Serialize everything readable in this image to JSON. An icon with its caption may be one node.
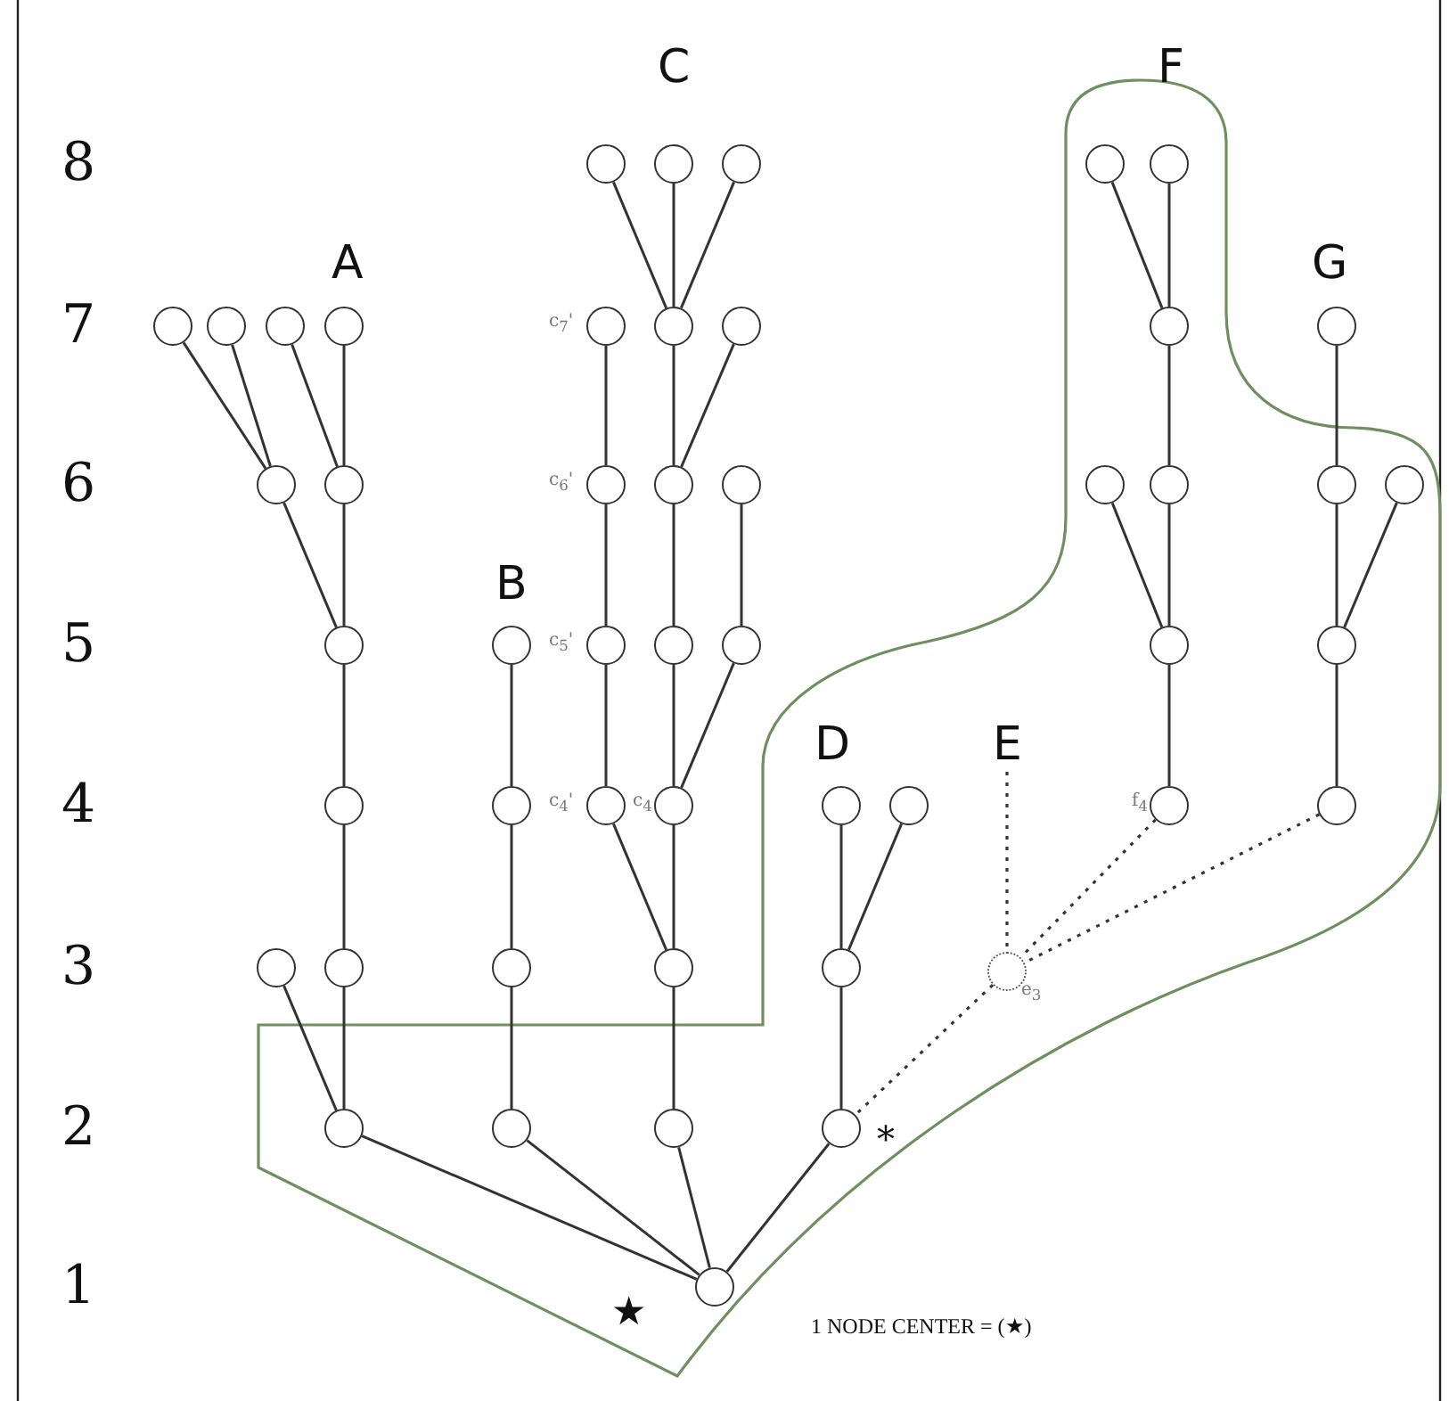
{
  "diagram": {
    "nodes": [
      {
        "text": [],
        "shape": "circle"
      },
      {
        "text": [],
        "shape": "circle"
      },
      {
        "text": [],
        "shape": "circle"
      },
      {
        "text": [],
        "shape": "circle"
      },
      {
        "text": [],
        "shape": "circle"
      },
      {
        "text": [],
        "shape": "circle"
      },
      {
        "text": [],
        "shape": "circle"
      },
      {
        "text": [],
        "shape": "circle"
      },
      {
        "text": [],
        "shape": "circle"
      },
      {
        "text": [],
        "shape": "circle",
        "beside": [
          "c$_{7}$'"
        ]
      },
      {
        "text": [],
        "shape": "circle"
      },
      {
        "text": [],
        "shape": "circle"
      },
      {
        "text": [],
        "shape": "circle"
      },
      {
        "text": [],
        "shape": "circle"
      },
      {
        "text": [],
        "shape": "circle"
      },
      {
        "text": [],
        "shape": "circle"
      },
      {
        "text": [],
        "shape": "circle",
        "beside": [
          "c$_{6}$'"
        ]
      },
      {
        "text": [],
        "shape": "circle"
      },
      {
        "text": [],
        "shape": "circle"
      },
      {
        "text": [],
        "shape": "circle"
      },
      {
        "text": [],
        "shape": "circle"
      },
      {
        "text": [],
        "shape": "circle"
      },
      {
        "text": [],
        "shape": "circle"
      },
      {
        "text": [],
        "shape": "circle"
      },
      {
        "text": [],
        "shape": "circle"
      },
      {
        "text": [],
        "shape": "circle",
        "beside": [
          "c$_{5}$'"
        ]
      },
      {
        "text": [],
        "shape": "circle"
      },
      {
        "text": [],
        "shape": "circle"
      },
      {
        "text": [],
        "shape": "circle"
      },
      {
        "text": [],
        "shape": "circle"
      },
      {
        "text": [
          "E"
        ]
      },
      {
        "text": [],
        "shape": "circle"
      },
      {
        "text": [],
        "shape": "circle"
      },
      {
        "text": [],
        "shape": "circle",
        "beside": [
          "c$_{4}$'"
        ]
      },
      {
        "text": [],
        "shape": "circle",
        "beside": [
          "c$_{4}$"
        ]
      },
      {
        "text": [],
        "shape": "circle"
      },
      {
        "text": [],
        "shape": "circle"
      },
      {
        "text": [],
        "shape": "circle",
        "beside": [
          "f$_{4}$"
        ]
      },
      {
        "text": [],
        "shape": "circle"
      },
      {
        "text": [],
        "shape": "circle"
      },
      {
        "text": [],
        "shape": "circle"
      },
      {
        "text": [],
        "shape": "circle"
      },
      {
        "text": [],
        "shape": "circle"
      },
      {
        "text": [],
        "shape": "circle"
      },
      {
        "text": [],
        "shape": "circle",
        "beside": [
          "e$_{3}$"
        ]
      },
      {
        "text": [],
        "shape": "circle"
      },
      {
        "text": [],
        "shape": "circle"
      },
      {
        "text": [],
        "shape": "circle"
      },
      {
        "text": [],
        "shape": "circle",
        "beside": [
          "*"
        ]
      },
      {
        "text": [],
        "shape": "circle",
        "beside": [
          "★"
        ]
      }
    ],
    "edges": [
      {
        "from": 0,
        "to": 10,
        "arrow": "none"
      },
      {
        "from": 1,
        "to": 10,
        "arrow": "none"
      },
      {
        "from": 2,
        "to": 10,
        "arrow": "none"
      },
      {
        "from": 3,
        "to": 12,
        "arrow": "none"
      },
      {
        "from": 4,
        "to": 12,
        "arrow": "none"
      },
      {
        "from": 5,
        "to": 14,
        "arrow": "none"
      },
      {
        "from": 6,
        "to": 14,
        "arrow": "none"
      },
      {
        "from": 7,
        "to": 15,
        "arrow": "none"
      },
      {
        "from": 8,
        "to": 15,
        "arrow": "none"
      },
      {
        "from": 9,
        "to": 16,
        "arrow": "none"
      },
      {
        "from": 10,
        "to": 17,
        "arrow": "none"
      },
      {
        "from": 11,
        "to": 17,
        "arrow": "none"
      },
      {
        "from": 12,
        "to": 20,
        "arrow": "none"
      },
      {
        "from": 13,
        "to": 21,
        "arrow": "none"
      },
      {
        "from": 14,
        "to": 23,
        "arrow": "none"
      },
      {
        "from": 15,
        "to": 23,
        "arrow": "none"
      },
      {
        "from": 16,
        "to": 25,
        "arrow": "none"
      },
      {
        "from": 17,
        "to": 26,
        "arrow": "none"
      },
      {
        "from": 18,
        "to": 27,
        "arrow": "none"
      },
      {
        "from": 19,
        "to": 28,
        "arrow": "none"
      },
      {
        "from": 20,
        "to": 28,
        "arrow": "none"
      },
      {
        "from": 21,
        "to": 29,
        "arrow": "none"
      },
      {
        "from": 22,
        "to": 29,
        "arrow": "none"
      },
      {
        "from": 23,
        "to": 31,
        "arrow": "none"
      },
      {
        "from": 24,
        "to": 32,
        "arrow": "none"
      },
      {
        "from": 25,
        "to": 33,
        "arrow": "none"
      },
      {
        "from": 26,
        "to": 34,
        "arrow": "none"
      },
      {
        "from": 27,
        "to": 34,
        "arrow": "none"
      },
      {
        "from": 28,
        "to": 37,
        "arrow": "none"
      },
      {
        "from": 29,
        "to": 38,
        "arrow": "none"
      },
      {
        "from": 30,
        "to": 44,
        "arrow": "none",
        "style": "dashed"
      },
      {
        "from": 31,
        "to": 40,
        "arrow": "none"
      },
      {
        "from": 32,
        "to": 41,
        "arrow": "none"
      },
      {
        "from": 33,
        "to": 42,
        "arrow": "none"
      },
      {
        "from": 34,
        "to": 42,
        "arrow": "none"
      },
      {
        "from": 35,
        "to": 43,
        "arrow": "none"
      },
      {
        "from": 36,
        "to": 43,
        "arrow": "none"
      },
      {
        "from": 37,
        "to": 44,
        "arrow": "none",
        "style": "dashed"
      },
      {
        "from": 38,
        "to": 44,
        "arrow": "none",
        "style": "dashed"
      },
      {
        "from": 39,
        "to": 45,
        "arrow": "none"
      },
      {
        "from": 40,
        "to": 45,
        "arrow": "none"
      },
      {
        "from": 41,
        "to": 46,
        "arrow": "none"
      },
      {
        "from": 42,
        "to": 47,
        "arrow": "none"
      },
      {
        "from": 43,
        "to": 48,
        "arrow": "none"
      },
      {
        "from": 44,
        "to": 48,
        "arrow": "none",
        "style": "dashed"
      },
      {
        "from": 45,
        "to": 49,
        "arrow": "none"
      },
      {
        "from": 46,
        "to": 49,
        "arrow": "none"
      },
      {
        "from": 47,
        "to": 49,
        "arrow": "none"
      },
      {
        "from": 48,
        "to": 49,
        "arrow": "none"
      }
    ],
    "labels": [
      "C",
      "F",
      "8",
      "A",
      "G",
      "7",
      "6",
      "B",
      "5",
      "D",
      "4",
      "3",
      "2",
      "1",
      "1 NODE CENTER = (★)"
    ]
  }
}
